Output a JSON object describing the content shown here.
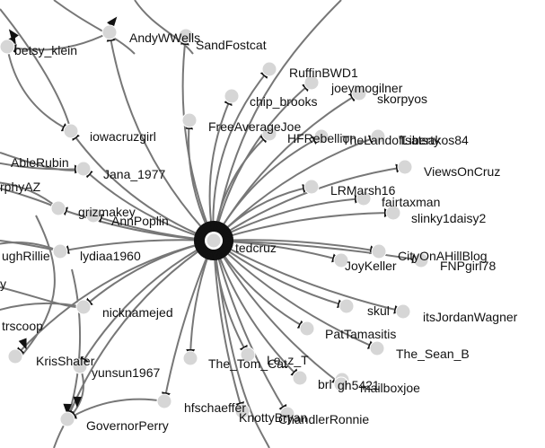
{
  "graph": {
    "hub": "tedcruz",
    "colors": {
      "edge": "#777777",
      "node": "#d6d6d6",
      "label": "#111111",
      "background": "#ffffff"
    },
    "nodes": [
      {
        "id": "tedcruz",
        "label": "tedcruz"
      },
      {
        "id": "betsy_klein",
        "label": "betsy_klein"
      },
      {
        "id": "AndyWWells",
        "label": "AndyWWells"
      },
      {
        "id": "SandFostcat",
        "label": "SandFostcat"
      },
      {
        "id": "RuffinBWD1",
        "label": "RuffinBWD1"
      },
      {
        "id": "joeymogilner",
        "label": "joeymogilner"
      },
      {
        "id": "chip_brooks",
        "label": "chip_brooks"
      },
      {
        "id": "skorpyos",
        "label": "skorpyos"
      },
      {
        "id": "FreeAverageJoe",
        "label": "FreeAverageJoe"
      },
      {
        "id": "HFRebellion",
        "label": "HFRebellion"
      },
      {
        "id": "TheLandofLiberty",
        "label": "TheLandofLiberty"
      },
      {
        "id": "Tsatsakos84",
        "label": "Tsatsakos84"
      },
      {
        "id": "iowacruzgirl",
        "label": "iowacruzgirl"
      },
      {
        "id": "ViewsOnCruz",
        "label": "ViewsOnCruz"
      },
      {
        "id": "AbleRubin",
        "label": "AbleRubin"
      },
      {
        "id": "Jana_1977",
        "label": "Jana_1977"
      },
      {
        "id": "LRMarsh16",
        "label": "LRMarsh16"
      },
      {
        "id": "MurphyAZ",
        "label": "rphyAZ"
      },
      {
        "id": "fairtaxman",
        "label": "fairtaxman"
      },
      {
        "id": "grizmakey",
        "label": "grizmakey"
      },
      {
        "id": "slinky1daisy2",
        "label": "slinky1daisy2"
      },
      {
        "id": "AnnPoplin",
        "label": "AnnPoplin"
      },
      {
        "id": "ThoughRillie",
        "label": "ughRillie"
      },
      {
        "id": "lydiaa1960",
        "label": "lydiaa1960"
      },
      {
        "id": "CityOnAHillBlog",
        "label": "CityOnAHillBlog"
      },
      {
        "id": "JoyKeller",
        "label": "JoyKeller"
      },
      {
        "id": "FNPgirl78",
        "label": "FNPgirl78"
      },
      {
        "id": "y_left",
        "label": "y"
      },
      {
        "id": "skul",
        "label": "skul"
      },
      {
        "id": "itsJordanWagner",
        "label": "itsJordanWagner"
      },
      {
        "id": "nicknamejed",
        "label": "nicknamejed"
      },
      {
        "id": "truthscoop",
        "label": "trscoop"
      },
      {
        "id": "PatTamasitis",
        "label": "PatTamasitis"
      },
      {
        "id": "The_Sean_B",
        "label": "The_Sean_B"
      },
      {
        "id": "KrisShafer",
        "label": "KrisShafer"
      },
      {
        "id": "yunsun1967",
        "label": "yunsun1967"
      },
      {
        "id": "The_Tom_Cat",
        "label": "The_Tom_Cat"
      },
      {
        "id": "Lex_T",
        "label": "Le_z_T"
      },
      {
        "id": "brl",
        "label": "brl"
      },
      {
        "id": "gh5421",
        "label": "gh5421"
      },
      {
        "id": "mailboxjoe",
        "label": "mailboxjoe"
      },
      {
        "id": "hfschaeffer",
        "label": "hfschaeffer"
      },
      {
        "id": "KnottyByran",
        "label": "KnottyBryan"
      },
      {
        "id": "ChandlerRonnie",
        "label": "ChandlerRonnie"
      },
      {
        "id": "GovernorPerry",
        "label": "GovernorPerry"
      }
    ]
  }
}
